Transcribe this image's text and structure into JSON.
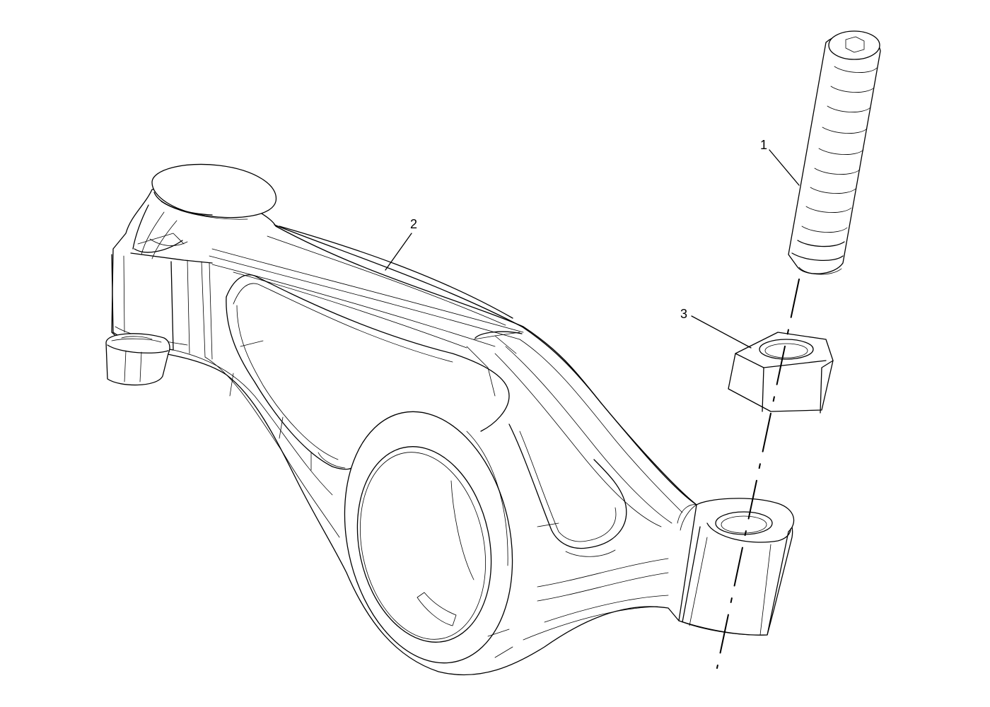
{
  "diagram": {
    "callouts": [
      {
        "id": "1",
        "label": "1",
        "part": "adjusting-screw"
      },
      {
        "id": "2",
        "label": "2",
        "part": "rocker-arm"
      },
      {
        "id": "3",
        "label": "3",
        "part": "locknut"
      }
    ]
  }
}
